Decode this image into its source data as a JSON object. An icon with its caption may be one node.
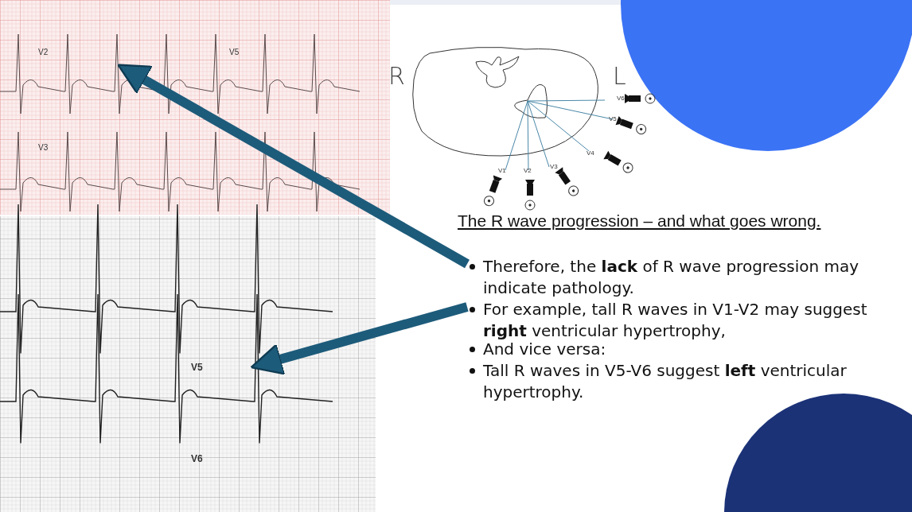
{
  "diagram": {
    "title": "The R wave progression – and what goes wrong.",
    "nodes": [
      {
        "text": [],
        "shape": "picture"
      },
      {
        "text": [],
        "shape": "picture"
      },
      {
        "text": [
          "Therefore, the **lack** of R wave progression may indicate pathology."
        ]
      },
      {
        "text": [
          "For example, tall R waves in V1-V2 may suggest **right** ventricular hypertrophy,"
        ]
      }
    ],
    "edges": [
      {
        "from": 2,
        "to": 0,
        "arrow": "to"
      },
      {
        "from": 3,
        "to": 1,
        "arrow": "to"
      }
    ],
    "labels": [
      "V2",
      "V5",
      "V3",
      "R",
      "L",
      "V6",
      "V5",
      "V4",
      "V1",
      "V2",
      "V3",
      "V5",
      "V6",
      "And vice versa:",
      "Tall R waves in V5-V6 suggest **left** ventricular hypertrophy."
    ]
  }
}
